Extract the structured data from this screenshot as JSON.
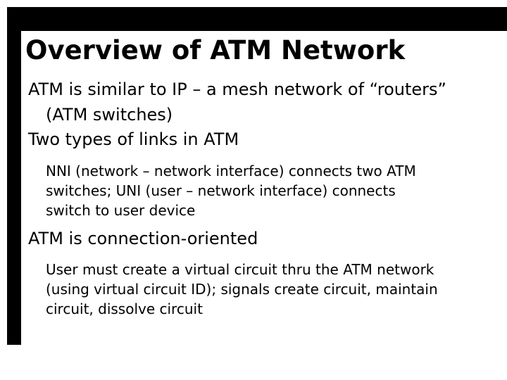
{
  "slide": {
    "title": "Overview of ATM Network",
    "bullets": [
      {
        "level": 1,
        "text": "ATM is similar to IP – a mesh network of “routers”\n(ATM switches)"
      },
      {
        "level": 1,
        "text": "Two types of links in ATM"
      },
      {
        "level": 2,
        "text": "NNI (network – network interface) connects two ATM\nswitches; UNI (user – network interface) connects\nswitch to user device"
      },
      {
        "level": 1,
        "text": "ATM is connection-oriented"
      },
      {
        "level": 2,
        "text": "User must create a virtual circuit thru the ATM network\n(using virtual circuit ID); signals create circuit, maintain\ncircuit, dissolve circuit"
      }
    ],
    "colors": {
      "background": "#ffffff",
      "text": "#000000",
      "frame": "#000000"
    }
  }
}
